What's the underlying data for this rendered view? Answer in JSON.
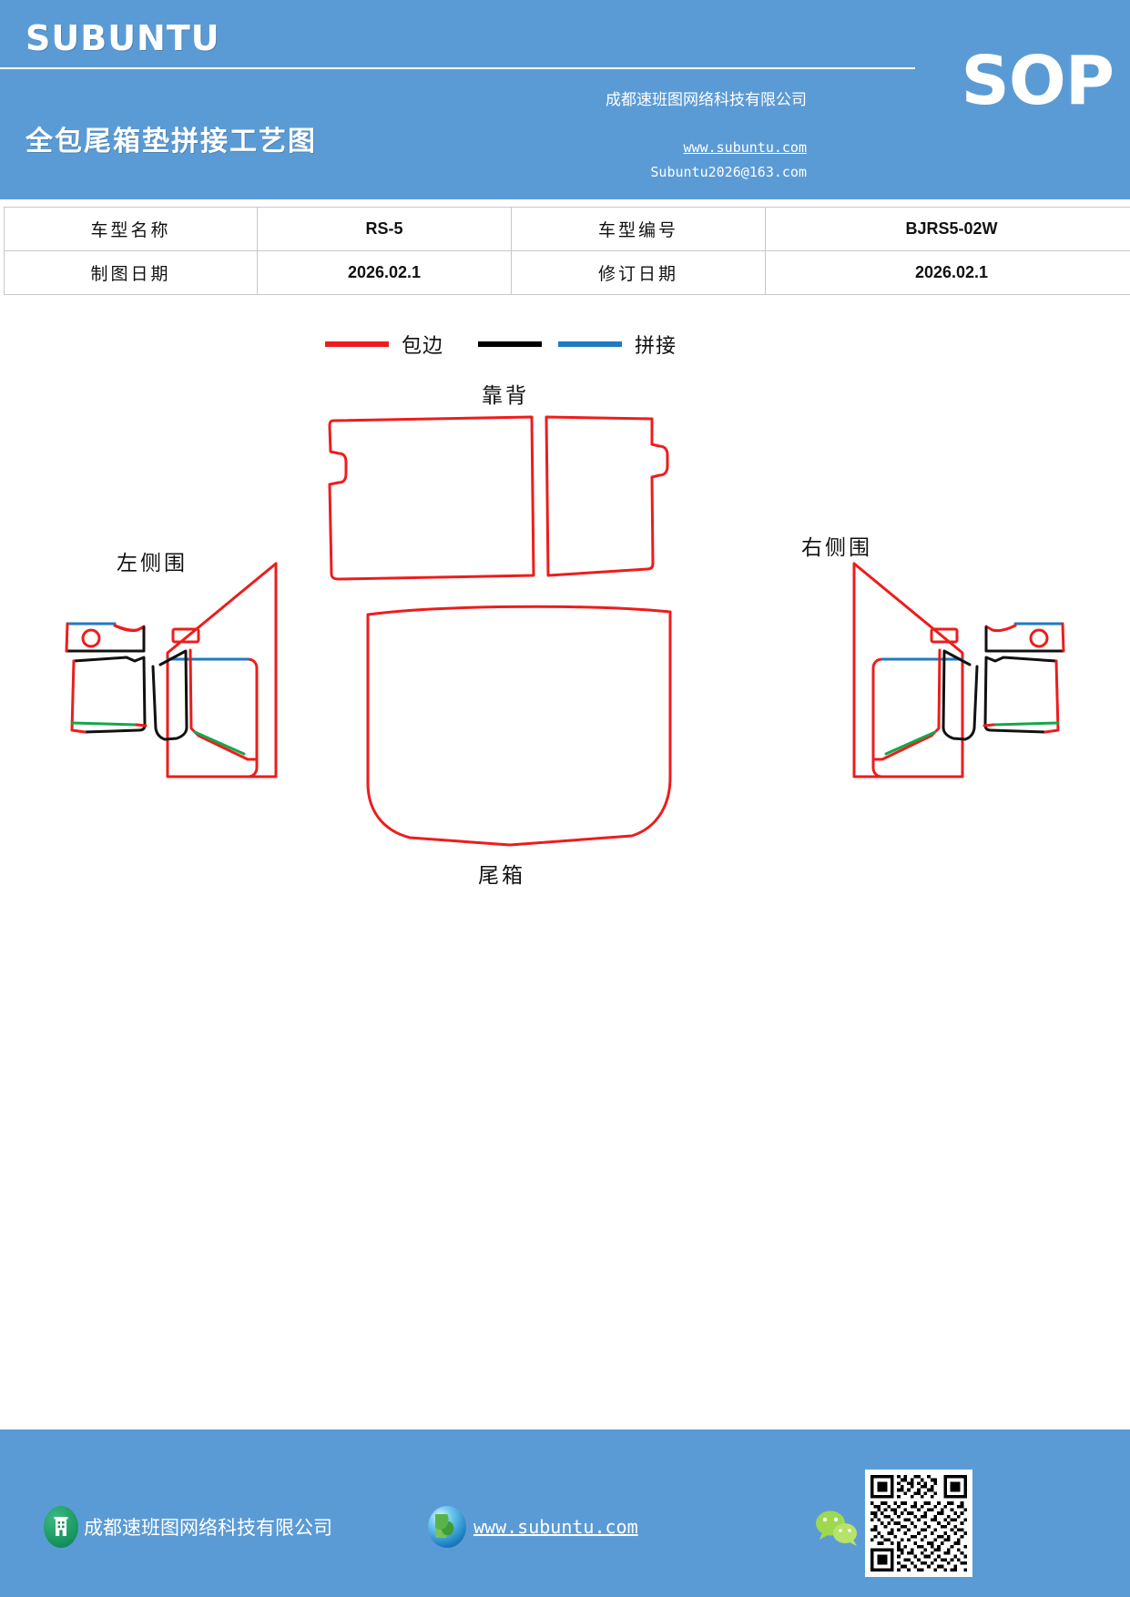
{
  "header": {
    "logo": "SUBUNTU",
    "doc_type": "SOP",
    "title": "全包尾箱垫拼接工艺图",
    "company": "成都速班图网络科技有限公司",
    "website": "www.subuntu.com",
    "email": "Subuntu2026@163.com",
    "bg_color": "#5b9bd5"
  },
  "info_table": {
    "rows": [
      {
        "label1": "车型名称",
        "value1": "RS-5",
        "label2": "车型编号",
        "value2": "BJRS5-02W"
      },
      {
        "label1": "制图日期",
        "value1": "2026.02.1",
        "label2": "修订日期",
        "value2": "2026.02.1"
      }
    ]
  },
  "legend": {
    "items": [
      {
        "label": "包边",
        "color": "#ee1c1c"
      },
      {
        "label": "",
        "color": "#000000"
      },
      {
        "label": "拼接",
        "color": "#1f7ac2"
      }
    ]
  },
  "drawing": {
    "captions": {
      "backrest": "靠背",
      "left_side": "左侧围",
      "right_side": "右侧围",
      "trunk": "尾箱"
    },
    "colors": {
      "binding": "#ee1c1c",
      "seam_black": "#111111",
      "seam_blue": "#1f7ac2",
      "seam_green": "#16a64a"
    },
    "parts": [
      {
        "name": "backrest-left-panel",
        "caption": "靠背"
      },
      {
        "name": "backrest-right-panel",
        "caption": "靠背"
      },
      {
        "name": "left-side-main-panel",
        "caption": "左侧围"
      },
      {
        "name": "left-side-small-panel-hole",
        "caption": "左侧围"
      },
      {
        "name": "left-side-lower-panel",
        "caption": "左侧围"
      },
      {
        "name": "left-side-wedge-panel",
        "caption": "左侧围"
      },
      {
        "name": "left-side-outer-panel",
        "caption": "左侧围"
      },
      {
        "name": "right-side-main-panel",
        "caption": "右侧围"
      },
      {
        "name": "right-side-small-panel-hole",
        "caption": "右侧围"
      },
      {
        "name": "right-side-lower-panel",
        "caption": "右侧围"
      },
      {
        "name": "right-side-wedge-panel",
        "caption": "右侧围"
      },
      {
        "name": "right-side-outer-panel",
        "caption": "右侧围"
      },
      {
        "name": "trunk-floor-mat",
        "caption": "尾箱"
      }
    ]
  },
  "footer": {
    "company": "成都速班图网络科技有限公司",
    "website": "www.subuntu.com",
    "bg_color": "#5b9bd5"
  }
}
